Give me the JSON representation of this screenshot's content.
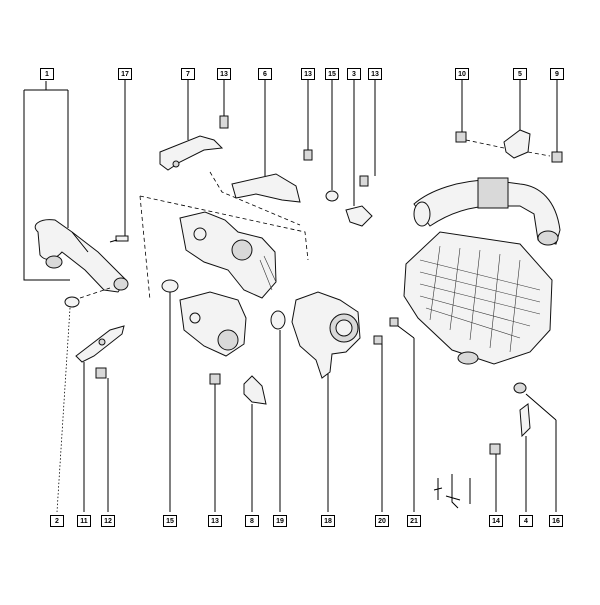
{
  "callouts": {
    "c1": "1",
    "c17": "17",
    "c7": "7",
    "c13a": "13",
    "c6": "6",
    "c13b": "13",
    "c15a": "15",
    "c3": "3",
    "c13c": "13",
    "c10": "10",
    "c5": "5",
    "c9": "9",
    "c2": "2",
    "c11": "11",
    "c12": "12",
    "c15b": "15",
    "c13d": "13",
    "c8": "8",
    "c19": "19",
    "c18": "18",
    "c20": "20",
    "c21": "21",
    "c14": "14",
    "c4": "4",
    "c16": "16"
  }
}
